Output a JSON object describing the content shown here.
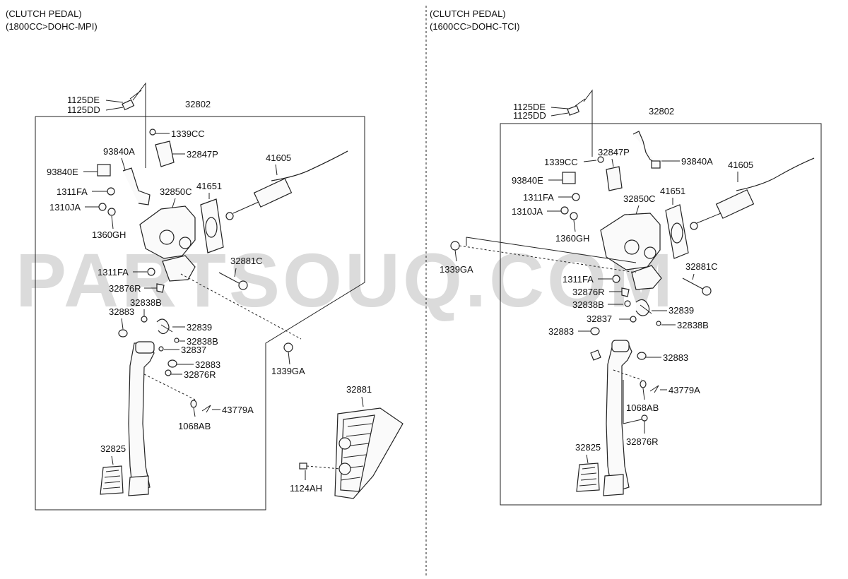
{
  "watermark": "PARTSOUQ.COM",
  "left": {
    "title_line1": "(CLUTCH PEDAL)",
    "title_line2": "(1800CC>DOHC-MPI)",
    "labels": {
      "bolt_top_a": "1125DE",
      "bolt_top_b": "1125DD",
      "assembly": "32802",
      "nut_cc": "1339CC",
      "bracket_p": "32847P",
      "sensor_a": "93840A",
      "sensor_e": "93840E",
      "nut_fa_top": "1311FA",
      "nut_ja": "1310JA",
      "nut_gh": "1360GH",
      "bracket_c": "32850C",
      "gasket": "41651",
      "cylinder": "41605",
      "nut_fa_mid": "1311FA",
      "stopper_r": "32876R",
      "pin_c": "32881C",
      "bush_b_top": "32838B",
      "bush_883_a": "32883",
      "spring": "32839",
      "bush_b_mid": "32838B",
      "collar": "32837",
      "bush_883_b": "32883",
      "stopper_r2": "32876R",
      "nut_ga": "1339GA",
      "clip": "43779A",
      "washer": "1068AB",
      "pedal": "32825",
      "pad": "32881",
      "bolt_ah": "1124AH"
    }
  },
  "right": {
    "title_line1": "(CLUTCH PEDAL)",
    "title_line2": "(1600CC>DOHC-TCI)",
    "labels": {
      "bolt_top_a": "1125DE",
      "bolt_top_b": "1125DD",
      "assembly": "32802",
      "nut_cc": "1339CC",
      "bracket_p": "32847P",
      "sensor_a": "93840A",
      "sensor_e": "93840E",
      "nut_fa_top": "1311FA",
      "nut_ja": "1310JA",
      "nut_gh": "1360GH",
      "bracket_c": "32850C",
      "gasket": "41651",
      "cylinder": "41605",
      "nut_ga": "1339GA",
      "pin_c": "32881C",
      "nut_fa_mid": "1311FA",
      "stopper_r": "32876R",
      "bush_b_top": "32838B",
      "spring": "32839",
      "collar": "32837",
      "bush_b_mid": "32838B",
      "bush_883_a": "32883",
      "bush_883_b": "32883",
      "clip": "43779A",
      "washer": "1068AB",
      "stopper_r2": "32876R",
      "pedal": "32825"
    }
  }
}
